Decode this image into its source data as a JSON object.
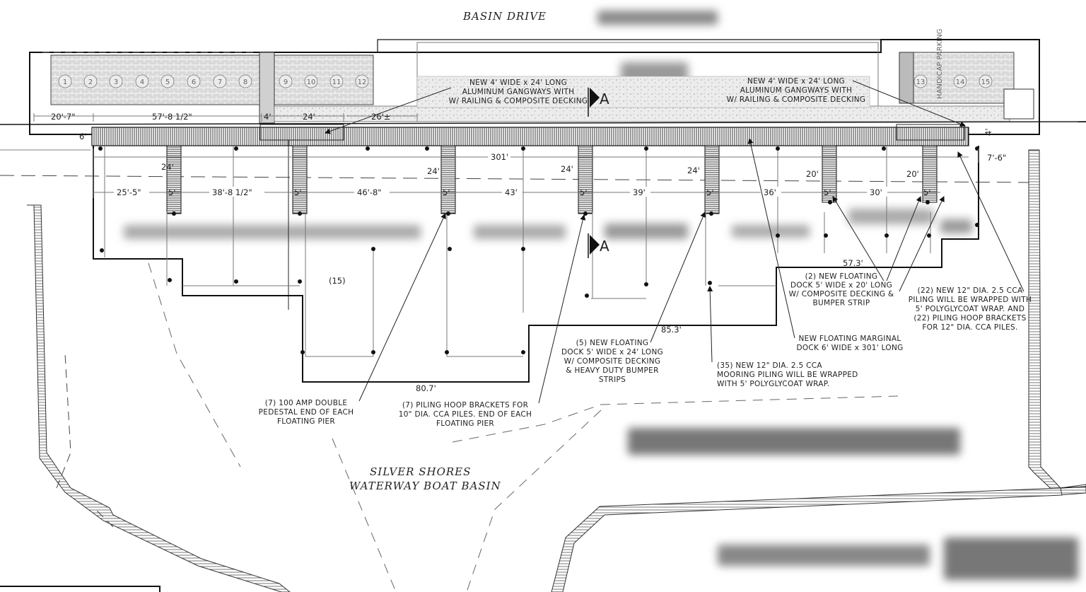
{
  "titles": {
    "street": "BASIN DRIVE",
    "basin_line1": "SILVER SHORES",
    "basin_line2": "WATERWAY BOAT BASIN"
  },
  "parking": {
    "stalls": [
      "1",
      "2",
      "3",
      "4",
      "5",
      "6",
      "7",
      "8",
      "9",
      "10",
      "11",
      "12",
      "13",
      "14",
      "15"
    ],
    "handicap_label": "HANDICAP PARKING"
  },
  "section_marks": [
    "A",
    "A"
  ],
  "dimensions": {
    "top": [
      "20'-7\"",
      "57'-8 1/2\"",
      "4'",
      "24'",
      "26'±"
    ],
    "side_left": "6'",
    "side_right_top": "4'",
    "side_right": "7'-6\"",
    "overall": "301'",
    "gangway_lengths": [
      "24'",
      "24'",
      "24'",
      "24'",
      "20'",
      "20'"
    ],
    "pier_widths": [
      "5'",
      "5'",
      "5'",
      "5'",
      "5'",
      "5'",
      "5'"
    ],
    "spacings": [
      "25'-5\"",
      "38'-8 1/2\"",
      "46'-8\"",
      "43'",
      "39'",
      "36'",
      "30'"
    ],
    "areas": [
      "80.7'",
      "85.3'",
      "57.3'"
    ],
    "slip_count": "(15)"
  },
  "callouts": {
    "gangway_left": [
      "NEW 4' WIDE x 24' LONG",
      "ALUMINUM GANGWAYS WITH",
      "W/ RAILING & COMPOSITE DECKING"
    ],
    "gangway_right": [
      "NEW 4' WIDE x 24' LONG",
      "ALUMINUM GANGWAYS WITH",
      "W/ RAILING & COMPOSITE DECKING"
    ],
    "dock_20": [
      "(2) NEW FLOATING",
      "DOCK 5' WIDE x 20' LONG",
      "W/ COMPOSITE DECKING &",
      "BUMPER STRIP"
    ],
    "piling_12": [
      "(22) NEW 12\" DIA. 2.5 CCA",
      "PILING WILL BE WRAPPED WITH",
      "5' POLYGLYCOAT WRAP. AND",
      "(22) PILING HOOP BRACKETS",
      "FOR 12\" DIA. CCA PILES."
    ],
    "marginal": [
      "NEW FLOATING MARGINAL",
      "DOCK 6' WIDE x 301' LONG"
    ],
    "dock_24": [
      "(5) NEW FLOATING",
      "DOCK 5' WIDE x 24' LONG",
      "W/ COMPOSITE DECKING",
      "& HEAVY DUTY BUMPER",
      "STRIPS"
    ],
    "mooring": [
      "(35) NEW 12\" DIA. 2.5 CCA",
      "MOORING PILING WILL BE WRAPPED",
      "WITH 5' POLYGLYCOAT WRAP."
    ],
    "pedestal": [
      "(7) 100 AMP DOUBLE",
      "PEDESTAL END OF EACH",
      "FLOATING PIER"
    ],
    "hoop": [
      "(7) PILING HOOP BRACKETS FOR",
      "10\" DIA. CCA PILES. END OF EACH",
      "FLOATING PIER"
    ]
  }
}
